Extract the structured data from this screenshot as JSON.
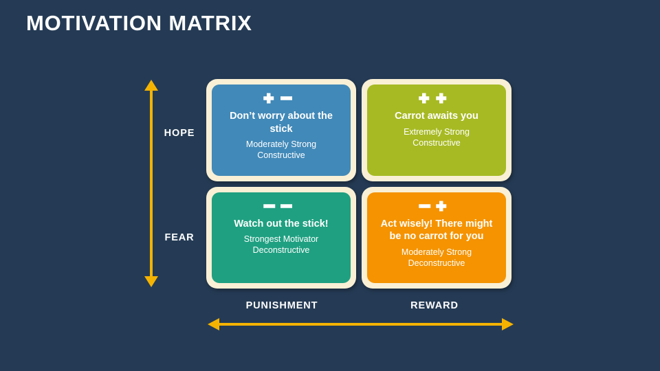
{
  "slide": {
    "title": "MOTIVATION MATRIX",
    "background_color": "#253b55",
    "accent_arrow_color": "#f5b301",
    "card_frame_color": "#f9f0d6"
  },
  "axes": {
    "vertical": {
      "name": "hope-fear-axis",
      "top_label": "HOPE",
      "bottom_label": "FEAR",
      "arrow_color": "#f5b301"
    },
    "horizontal": {
      "name": "punishment-reward-axis",
      "left_label": "PUNISHMENT",
      "right_label": "REWARD",
      "arrow_color": "#f5b301"
    }
  },
  "quadrants": [
    {
      "id": "hope-punishment",
      "signs": [
        "plus",
        "minus"
      ],
      "signs_text": "+ −",
      "headline": "Don’t worry about the stick",
      "strength": "Moderately Strong",
      "nature": "Constructive",
      "color": "#4189b8"
    },
    {
      "id": "hope-reward",
      "signs": [
        "plus",
        "plus"
      ],
      "signs_text": "+ +",
      "headline": "Carrot awaits you",
      "strength": "Extremely Strong",
      "nature": "Constructive",
      "color": "#a7ba23"
    },
    {
      "id": "fear-punishment",
      "signs": [
        "minus",
        "minus"
      ],
      "signs_text": "− −",
      "headline": "Watch out the stick!",
      "strength": "Strongest Motivator",
      "nature": "Deconstructive",
      "color": "#1fa081"
    },
    {
      "id": "fear-reward",
      "signs": [
        "minus",
        "plus"
      ],
      "signs_text": "− +",
      "headline": "Act wisely! There might be no carrot for you",
      "strength": "Moderately Strong",
      "nature": "Deconstructive",
      "color": "#f59300"
    }
  ]
}
